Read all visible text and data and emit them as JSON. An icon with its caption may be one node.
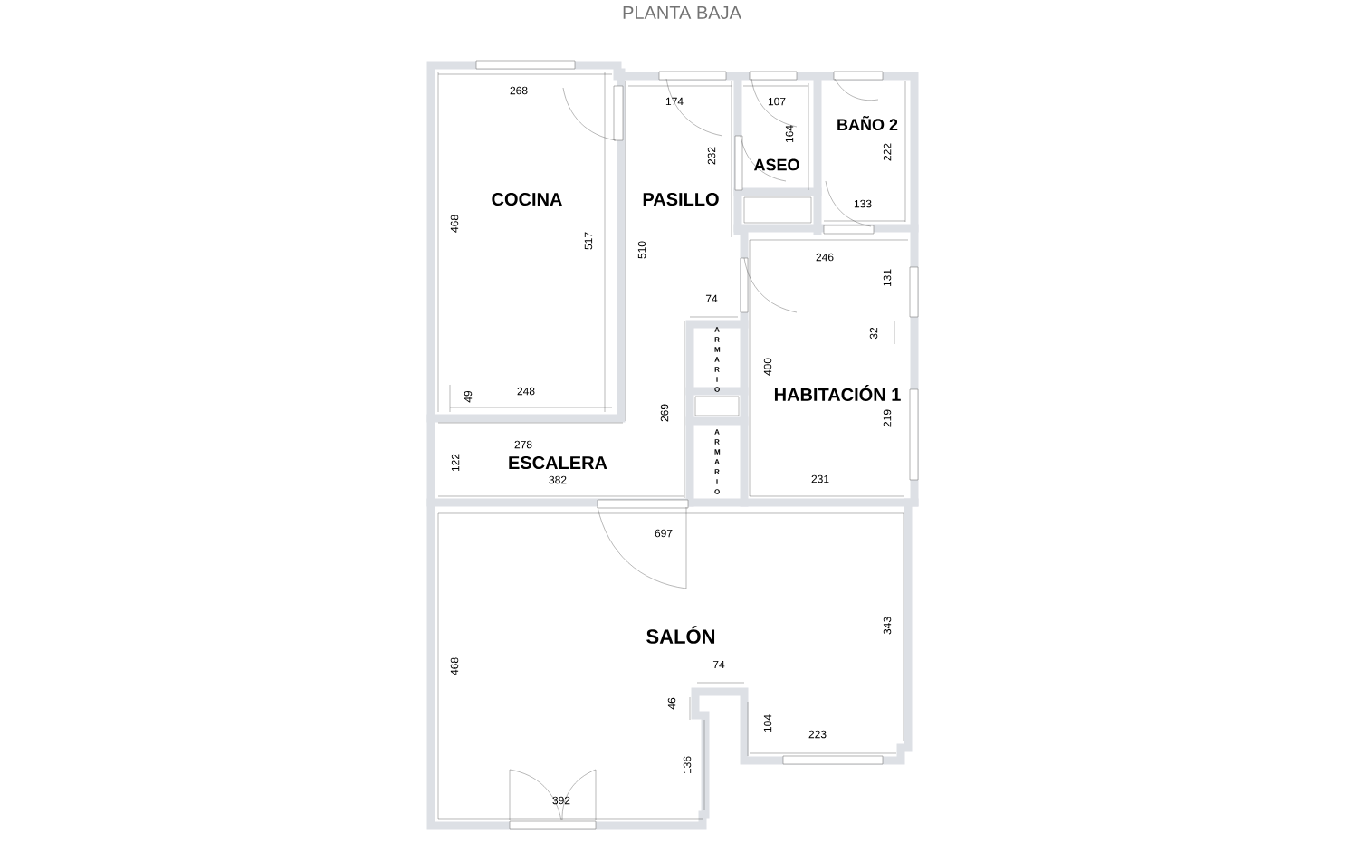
{
  "diagram": {
    "title": "PLANTA BAJA",
    "nodes": [
      {
        "text": [
          "COCINA"
        ]
      },
      {
        "text": [
          "PASILLO"
        ]
      },
      {
        "text": [
          "ASEO"
        ]
      },
      {
        "text": [
          "BAÑO 2"
        ]
      },
      {
        "text": [],
        "shape": "box"
      },
      {
        "text": [
          "ARMARIO"
        ]
      },
      {
        "text": [],
        "shape": "box"
      },
      {
        "text": [
          "ARMARIO"
        ]
      },
      {
        "text": [
          "HABITACIÓN 1"
        ]
      },
      {
        "text": [
          "ESCALERA"
        ]
      },
      {
        "text": [
          "SALÓN"
        ]
      }
    ],
    "labels": [
      "268",
      "174",
      "107",
      "164",
      "232",
      "222",
      "133",
      "468",
      "517",
      "510",
      "246",
      "131",
      "74",
      "32",
      "400",
      "49",
      "248",
      "269",
      "219",
      "278",
      "122",
      "382",
      "231",
      "697",
      "343",
      "468",
      "74",
      "46",
      "104",
      "223",
      "136",
      "392"
    ]
  }
}
